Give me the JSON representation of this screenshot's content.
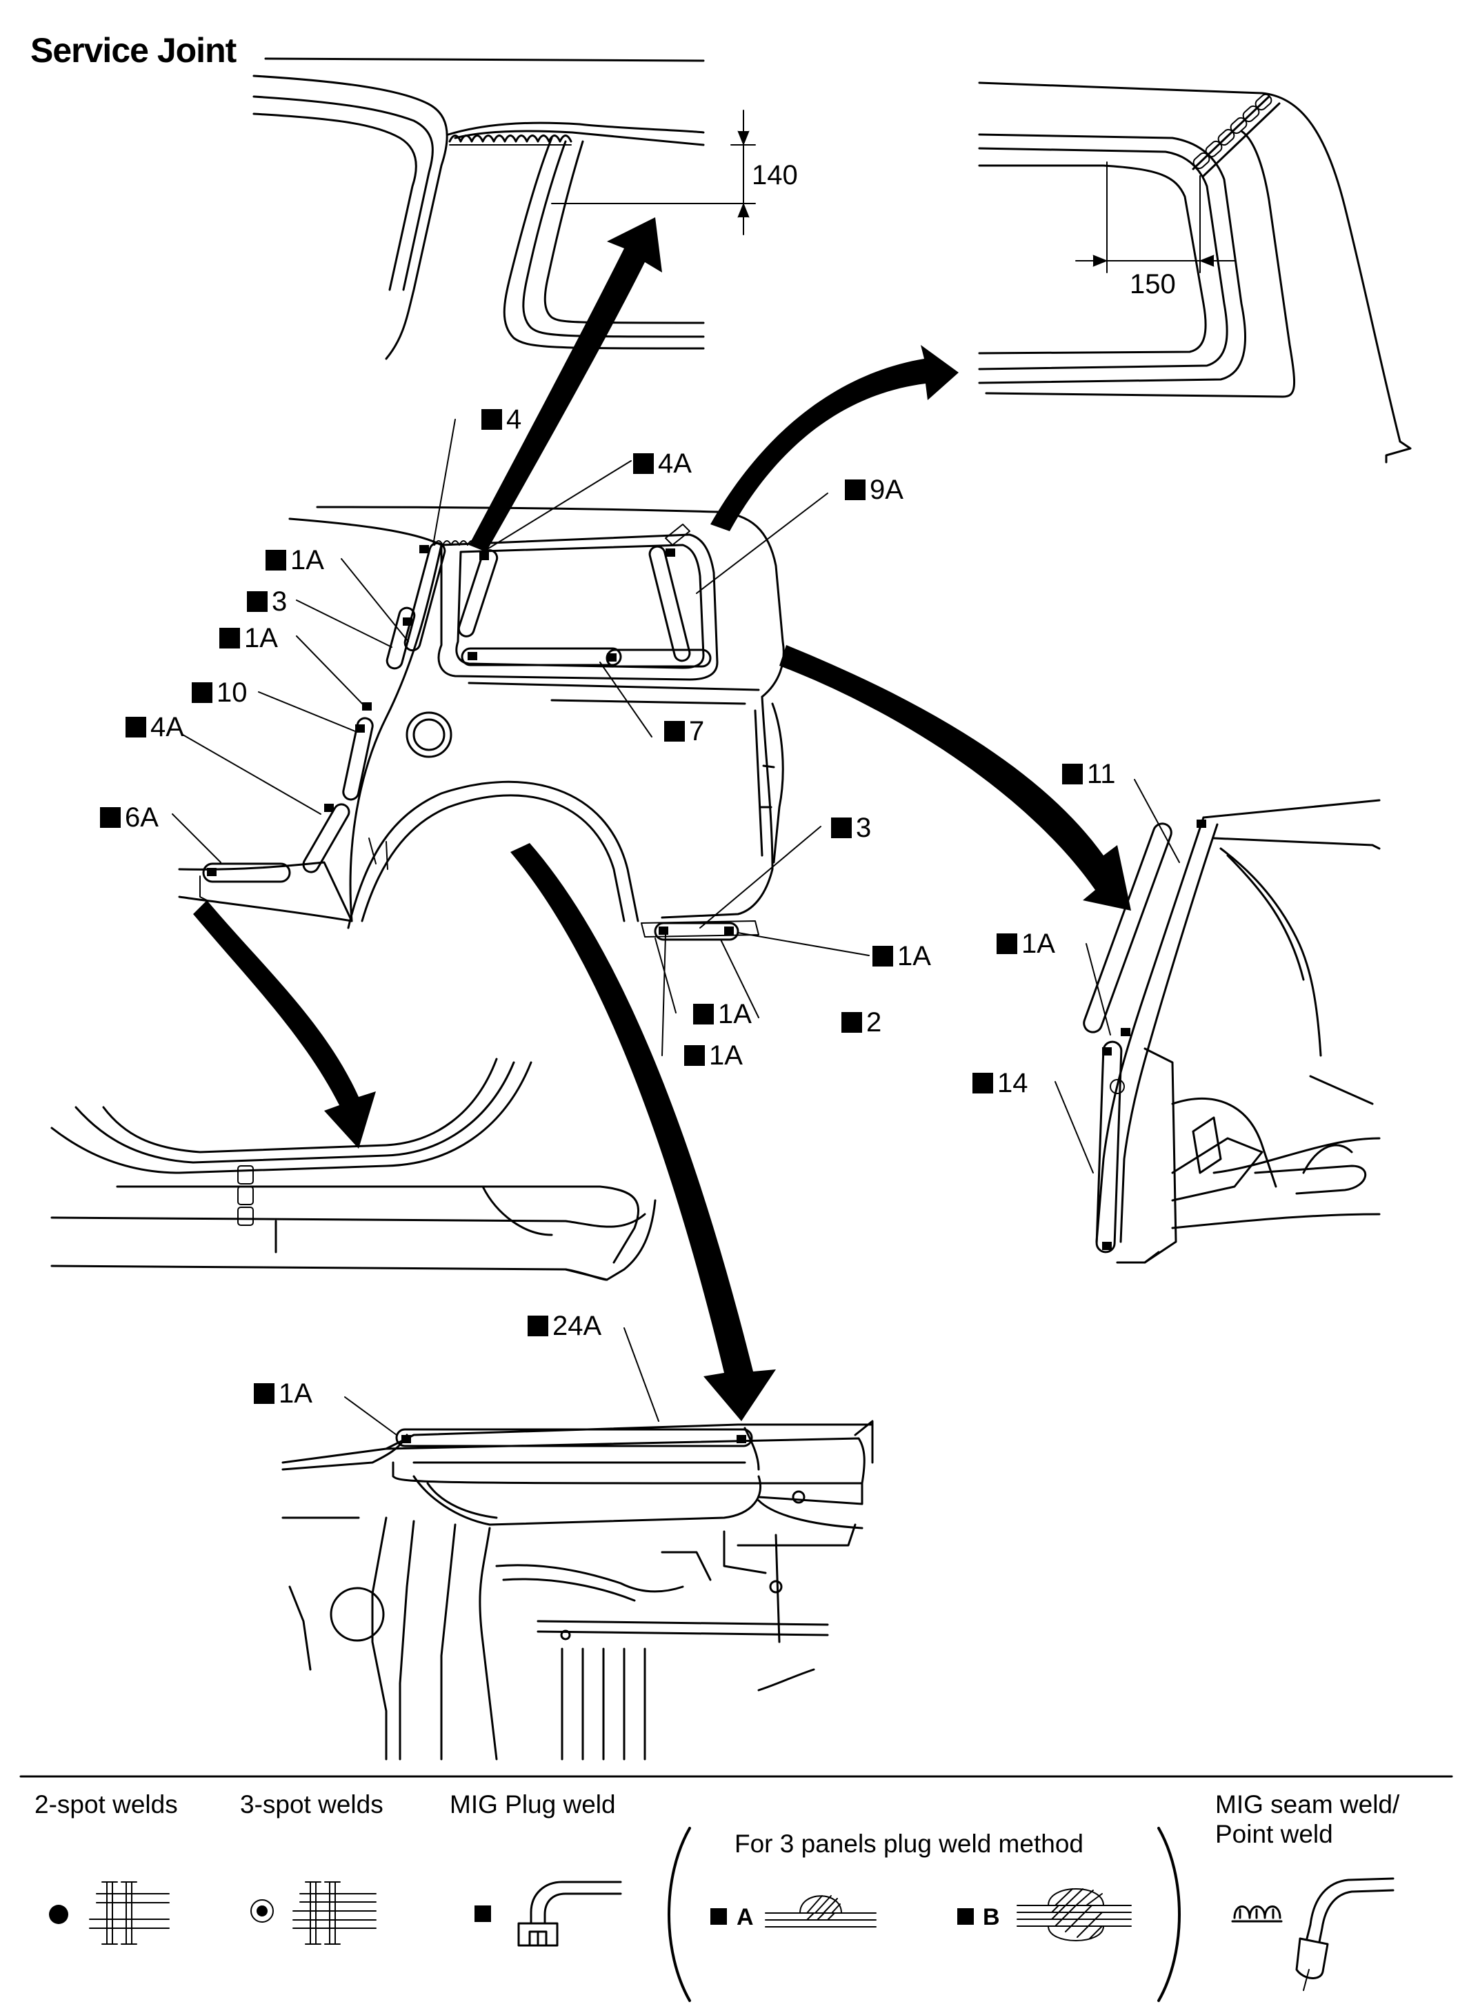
{
  "title": "Service Joint",
  "dimensions": {
    "roof_rail_offset": "140",
    "quarter_window_offset": "150"
  },
  "callouts": [
    {
      "id": "c-4-top",
      "label": "4"
    },
    {
      "id": "c-4a-top",
      "label": "4A"
    },
    {
      "id": "c-9a",
      "label": "9A"
    },
    {
      "id": "c-1a-a",
      "label": "1A"
    },
    {
      "id": "c-3-left",
      "label": "3"
    },
    {
      "id": "c-1a-b",
      "label": "1A"
    },
    {
      "id": "c-10",
      "label": "10"
    },
    {
      "id": "c-4a-left",
      "label": "4A"
    },
    {
      "id": "c-6a",
      "label": "6A"
    },
    {
      "id": "c-7",
      "label": "7"
    },
    {
      "id": "c-3-right",
      "label": "3"
    },
    {
      "id": "c-1a-c",
      "label": "1A"
    },
    {
      "id": "c-1a-d",
      "label": "1A"
    },
    {
      "id": "c-2",
      "label": "2"
    },
    {
      "id": "c-1a-e",
      "label": "1A"
    },
    {
      "id": "c-11",
      "label": "11"
    },
    {
      "id": "c-1a-f",
      "label": "1A"
    },
    {
      "id": "c-14",
      "label": "14"
    },
    {
      "id": "c-24a",
      "label": "24A"
    },
    {
      "id": "c-1a-g",
      "label": "1A"
    }
  ],
  "legend": {
    "two_spot": "2-spot welds",
    "three_spot": "3-spot welds",
    "mig_plug": "MIG Plug weld",
    "three_panel": "For 3 panels plug weld method",
    "method_a": "A",
    "method_b": "B",
    "mig_seam_line1": "MIG seam weld/",
    "mig_seam_line2": "Point weld"
  },
  "icons": [
    "spot-weld-dot-icon",
    "triple-spot-weld-icon",
    "plug-weld-square-icon",
    "mig-torch-icon",
    "seam-weld-icon"
  ]
}
